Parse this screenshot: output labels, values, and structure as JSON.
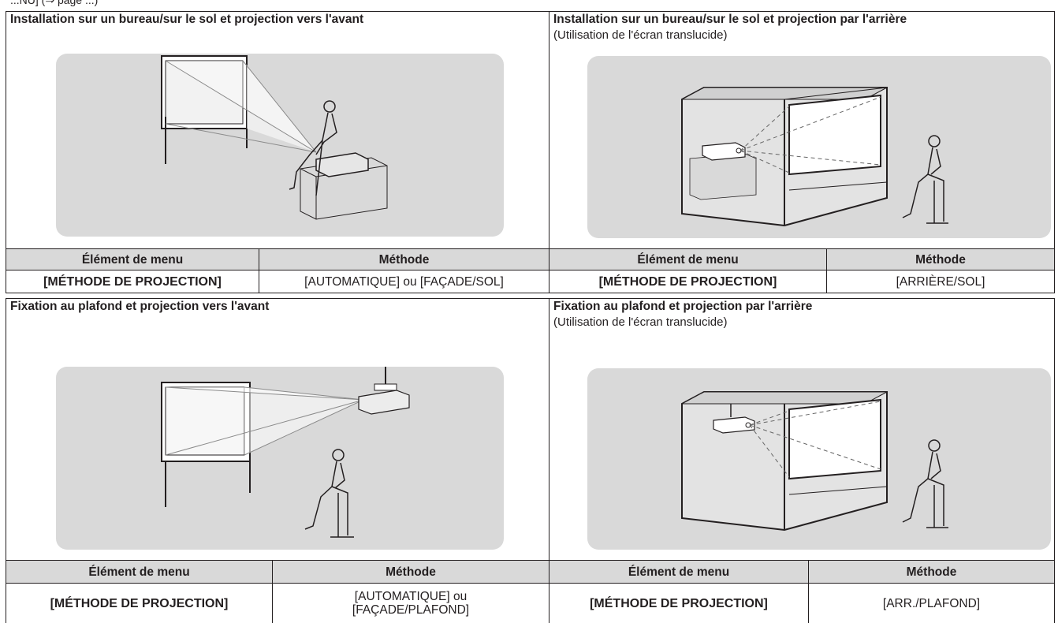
{
  "top_fragment": "...NU] (⇒ page ...)",
  "colors": {
    "panel_bg": "#d9d9d9",
    "header_bg": "#d9d9d9",
    "line": "#231f20"
  },
  "sections": [
    {
      "title": "Installation sur un bureau/sur le sol et projection vers l'avant",
      "subtitle": "",
      "table": {
        "headers": [
          "Élément de menu",
          "Méthode"
        ],
        "item": "[MÉTHODE DE PROJECTION]",
        "method": "[AUTOMATIQUE] ou [FAÇADE/SOL]"
      }
    },
    {
      "title": "Installation sur un bureau/sur le sol et projection par l'arrière",
      "subtitle": "(Utilisation de l'écran translucide)",
      "table": {
        "headers": [
          "Élément de menu",
          "Méthode"
        ],
        "item": "[MÉTHODE DE PROJECTION]",
        "method": "[ARRIÈRE/SOL]"
      }
    },
    {
      "title": "Fixation au plafond et projection vers l'avant",
      "subtitle": "",
      "table": {
        "headers": [
          "Élément de menu",
          "Méthode"
        ],
        "item": "[MÉTHODE DE PROJECTION]",
        "method": "[AUTOMATIQUE] ou [FAÇADE/PLAFOND]"
      }
    },
    {
      "title": "Fixation au plafond et projection par l'arrière",
      "subtitle": "(Utilisation de l'écran translucide)",
      "table": {
        "headers": [
          "Élément de menu",
          "Méthode"
        ],
        "item": "[MÉTHODE DE PROJECTION]",
        "method": "[ARR./PLAFOND]"
      }
    }
  ]
}
